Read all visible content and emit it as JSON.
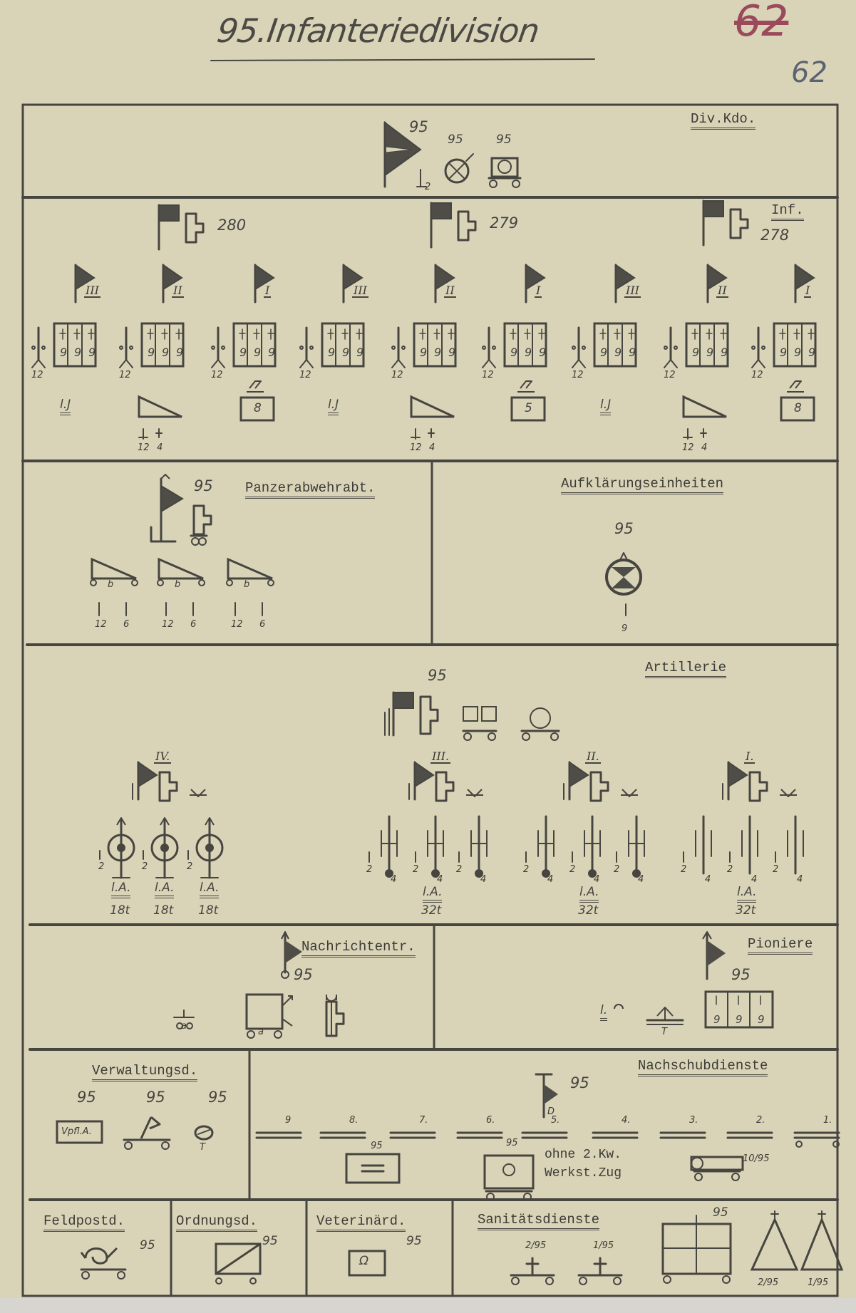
{
  "header": {
    "title": "95.Infanteriedivision",
    "page_number_struck": "62",
    "page_number": "62"
  },
  "div_kdo": {
    "label": "Div.Kdo.",
    "hq_number": "95",
    "signals_number": "95",
    "vehicle_number": "95",
    "sub": "2"
  },
  "inf": {
    "label": "Inf.",
    "box_digit": "9",
    "regiments": [
      {
        "number": "280"
      },
      {
        "number": "279"
      },
      {
        "number": "278"
      }
    ],
    "battalions": [
      {
        "numeral": "III",
        "rifle": "12",
        "support": {
          "type": "lJ",
          "label": "l.J"
        }
      },
      {
        "numeral": "II",
        "rifle": "12",
        "support": {
          "type": "gun",
          "a": "12",
          "b": "4"
        }
      },
      {
        "numeral": "I",
        "rifle": "12",
        "support": {
          "type": "box",
          "value": "8"
        }
      },
      {
        "numeral": "III",
        "rifle": "12",
        "support": {
          "type": "lJ",
          "label": "l.J"
        }
      },
      {
        "numeral": "II",
        "rifle": "12",
        "support": {
          "type": "gun",
          "a": "12",
          "b": "4"
        }
      },
      {
        "numeral": "I",
        "rifle": "12",
        "support": {
          "type": "box",
          "value": "5"
        }
      },
      {
        "numeral": "III",
        "rifle": "12",
        "support": {
          "type": "lJ",
          "label": "l.J"
        }
      },
      {
        "numeral": "II",
        "rifle": "12",
        "support": {
          "type": "gun",
          "a": "12",
          "b": "4"
        }
      },
      {
        "numeral": "I",
        "rifle": "12",
        "support": {
          "type": "box",
          "value": "8"
        }
      }
    ]
  },
  "panzer": {
    "label": "Panzerabwehrabt.",
    "number": "95",
    "guns": [
      {
        "letter": "b",
        "a": "12",
        "b": "6"
      },
      {
        "letter": "b",
        "a": "12",
        "b": "6"
      },
      {
        "letter": "b",
        "a": "12",
        "b": "6"
      }
    ]
  },
  "aufkl": {
    "label": "Aufklärungseinheiten",
    "number": "95",
    "count": "9"
  },
  "artillerie": {
    "label": "Artillerie",
    "number": "95",
    "battalions": [
      {
        "numeral": "IV.",
        "type": "heavy",
        "guns": [
          {
            "a": "2",
            "label": "l.A.",
            "weight": "18t"
          },
          {
            "a": "2",
            "label": "l.A.",
            "weight": "18t"
          },
          {
            "a": "2",
            "label": "l.A.",
            "weight": "18t"
          }
        ]
      },
      {
        "numeral": "III.",
        "type": "light",
        "guns": [
          {
            "a": "2",
            "b": "4"
          },
          {
            "a": "2",
            "b": "4"
          },
          {
            "a": "2",
            "b": "4"
          }
        ],
        "label": "l.A.",
        "weight": "32t"
      },
      {
        "numeral": "II.",
        "type": "light",
        "guns": [
          {
            "a": "2",
            "b": "4"
          },
          {
            "a": "2",
            "b": "4"
          },
          {
            "a": "2",
            "b": "4"
          }
        ],
        "label": "l.A.",
        "weight": "32t"
      },
      {
        "numeral": "I.",
        "type": "plain",
        "guns": [
          {
            "a": "2",
            "b": "4"
          },
          {
            "a": "2",
            "b": "4"
          },
          {
            "a": "2",
            "b": "4"
          }
        ],
        "label": "l.A.",
        "weight": "32t"
      }
    ]
  },
  "nachrichten": {
    "label": "Nachrichtentr.",
    "number": "95",
    "sub_a": "a",
    "sub_b": "a"
  },
  "pioniere": {
    "label": "Pioniere",
    "number": "95",
    "sub": "T",
    "box_digit": "9",
    "small_label": "l."
  },
  "verwaltung": {
    "label": "Verwaltungsd.",
    "items": [
      {
        "number": "95",
        "text": "Vpfl.A."
      },
      {
        "number": "95"
      },
      {
        "number": "95",
        "sub": "T"
      }
    ]
  },
  "nachschub": {
    "label": "Nachschubdienste",
    "number": "95",
    "flag_letter": "D",
    "columns": [
      "9",
      "8.",
      "7.",
      "6.",
      "5.",
      "4.",
      "3.",
      "2.",
      "1."
    ],
    "box_number": "95",
    "workshop_number": "95",
    "note_line1": "ohne 2.Kw.",
    "note_line2": "Werkst.Zug",
    "tank_number": "10/95"
  },
  "bottom": {
    "feldpost": {
      "label": "Feldpostd.",
      "number": "95"
    },
    "ordnung": {
      "label": "Ordnungsd.",
      "number": "95"
    },
    "veterinaer": {
      "label": "Veterinärd.",
      "number": "95",
      "symbol": "Ω"
    },
    "sanitaet": {
      "label": "Sanitätsdienste",
      "companies": [
        "2/95",
        "1/95"
      ],
      "hospital_number": "95",
      "tents": [
        "2/95",
        "1/95"
      ]
    }
  }
}
